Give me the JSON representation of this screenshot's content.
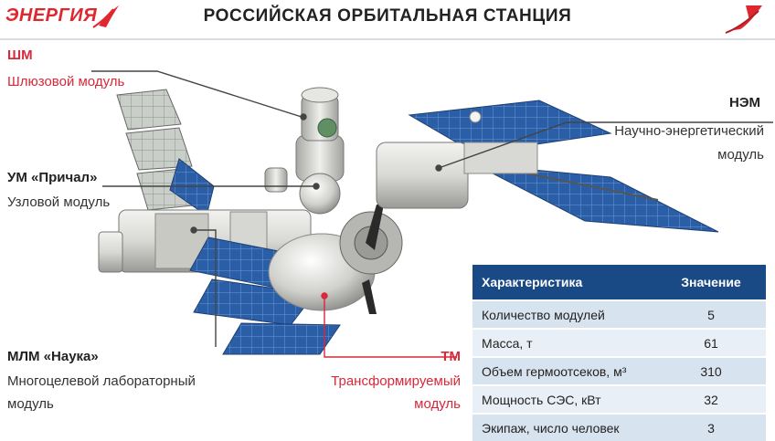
{
  "header": {
    "logo_left_text": "ЭНЕРГИЯ",
    "title": "РОССИЙСКАЯ ОРБИТАЛЬНАЯ СТАНЦИЯ"
  },
  "modules": {
    "shm": {
      "code": "ШМ",
      "desc": "Шлюзовой модуль"
    },
    "nem": {
      "code": "НЭМ",
      "desc_line1": "Научно-энергетический",
      "desc_line2": "модуль"
    },
    "um": {
      "code": "УМ «Причал»",
      "desc": "Узловой модуль"
    },
    "mlm": {
      "code": "МЛМ «Наука»",
      "desc_line1": "Многоцелевой лабораторный",
      "desc_line2": "модуль"
    },
    "tm": {
      "code": "ТМ",
      "desc_line1": "Трансформируемый",
      "desc_line2": "модуль"
    }
  },
  "table": {
    "header": [
      "Характеристика",
      "Значение"
    ],
    "rows": [
      [
        "Количество модулей",
        "5"
      ],
      [
        "Масса, т",
        "61"
      ],
      [
        "Объем гермоотсеков, м³",
        "310"
      ],
      [
        "Мощность СЭС, кВт",
        "32"
      ],
      [
        "Экипаж, число человек",
        "3"
      ]
    ]
  },
  "colors": {
    "accent_red": "#d8283a",
    "table_header": "#1a4a86",
    "table_row_light": "#d8e3f0",
    "solar_panel": "#2a5fa8"
  }
}
